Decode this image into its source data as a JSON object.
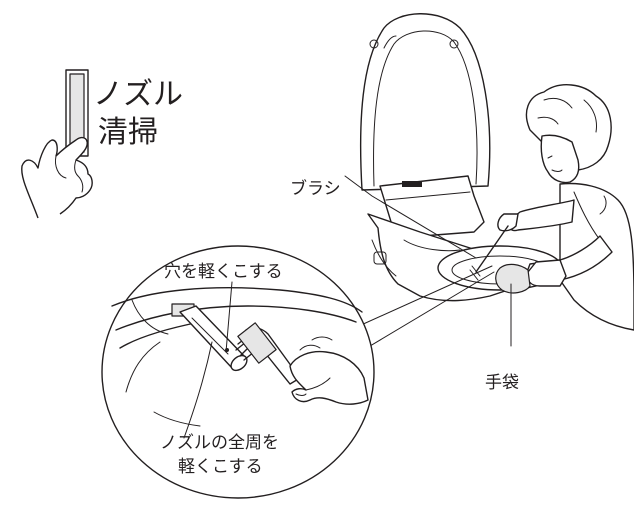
{
  "button": {
    "line1": "ノズル",
    "line2": "清掃"
  },
  "callouts": {
    "brush": "ブラシ",
    "glove": "手袋",
    "hole": "穴を軽くこする",
    "nozzle_line1": "ノズルの全周を",
    "nozzle_line2": "軽くこする"
  },
  "icons": [
    "hand-pressing-button-icon",
    "toilet-seat-icon",
    "person-cleaning-icon",
    "brush-icon",
    "nozzle-icon"
  ],
  "colors": {
    "ink": "#231f20",
    "panel_gray": "#e6e6e6",
    "background": "#ffffff"
  }
}
